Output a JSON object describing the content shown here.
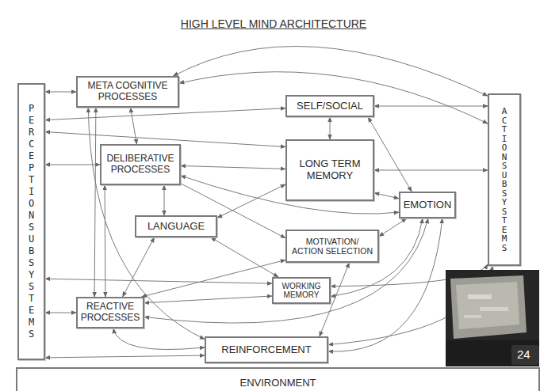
{
  "diagram": {
    "title": "HIGH LEVEL MIND ARCHITECTURE",
    "nodes": [
      {
        "text": [
          "PERCEPTION SUBSYSTEMS"
        ]
      },
      {
        "text": [
          "META COGNITIVE PROCESSES"
        ]
      },
      {
        "text": [
          "SELF/SOCIAL"
        ]
      },
      {
        "text": [
          "ACTION SUBSYSTEMS"
        ]
      },
      {
        "text": [
          "DELIBERATIVE PROCESSES"
        ]
      },
      {
        "text": [
          "LONG TERM MEMORY"
        ]
      },
      {
        "text": [
          "LANGUAGE"
        ]
      },
      {
        "text": [
          "EMOTION"
        ]
      },
      {
        "text": [
          "MOTIVATION/ ACTION SELECTION"
        ]
      },
      {
        "text": [
          "WORKING MEMORY"
        ]
      },
      {
        "text": [
          "REACTIVE PROCESSES"
        ]
      },
      {
        "text": [
          "REINFORCEMENT"
        ]
      },
      {
        "text": [
          "ENVIRONMENT"
        ]
      }
    ],
    "edges": [
      {
        "from": 0,
        "to": 1,
        "arrow": "both"
      },
      {
        "from": 0,
        "to": 4,
        "arrow": "both"
      },
      {
        "from": 0,
        "to": 10,
        "arrow": "both"
      },
      {
        "from": 0,
        "to": 2,
        "arrow": "both"
      },
      {
        "from": 0,
        "to": 5,
        "arrow": "both"
      },
      {
        "from": 0,
        "to": 9,
        "arrow": "both"
      },
      {
        "from": 0,
        "to": 11,
        "arrow": "both"
      },
      {
        "from": 1,
        "to": 3,
        "arrow": "both"
      },
      {
        "from": 1,
        "to": 4,
        "arrow": "both"
      },
      {
        "from": 1,
        "to": 10,
        "arrow": "both"
      },
      {
        "from": 1,
        "to": 11,
        "arrow": "both"
      },
      {
        "from": 2,
        "to": 3,
        "arrow": "both"
      },
      {
        "from": 2,
        "to": 5,
        "arrow": "both"
      },
      {
        "from": 2,
        "to": 7,
        "arrow": "both"
      },
      {
        "from": 4,
        "to": 5,
        "arrow": "both"
      },
      {
        "from": 4,
        "to": 6,
        "arrow": "both"
      },
      {
        "from": 4,
        "to": 10,
        "arrow": "both"
      },
      {
        "from": 4,
        "to": 8,
        "arrow": "to"
      },
      {
        "from": 4,
        "to": 7,
        "arrow": "both"
      },
      {
        "from": 5,
        "to": 3,
        "arrow": "both"
      },
      {
        "from": 5,
        "to": 7,
        "arrow": "both"
      },
      {
        "from": 6,
        "to": 5,
        "arrow": "both"
      },
      {
        "from": 6,
        "to": 10,
        "arrow": "both"
      },
      {
        "from": 6,
        "to": 9,
        "arrow": "both"
      },
      {
        "from": 7,
        "to": 8,
        "arrow": "both"
      },
      {
        "from": 7,
        "to": 9,
        "arrow": "both"
      },
      {
        "from": 7,
        "to": 10,
        "arrow": "both"
      },
      {
        "from": 7,
        "to": 11,
        "arrow": "both"
      },
      {
        "from": 10,
        "to": 9,
        "arrow": "both"
      },
      {
        "from": 10,
        "to": 8,
        "arrow": "both"
      },
      {
        "from": 10,
        "to": 11,
        "arrow": "both"
      },
      {
        "from": 8,
        "to": 11,
        "arrow": "both"
      },
      {
        "from": 9,
        "to": 3,
        "arrow": "both"
      },
      {
        "from": 11,
        "to": 3,
        "arrow": "both"
      },
      {
        "from": 1,
        "to": 3,
        "arrow": "both"
      }
    ],
    "labels": [
      "24"
    ]
  }
}
